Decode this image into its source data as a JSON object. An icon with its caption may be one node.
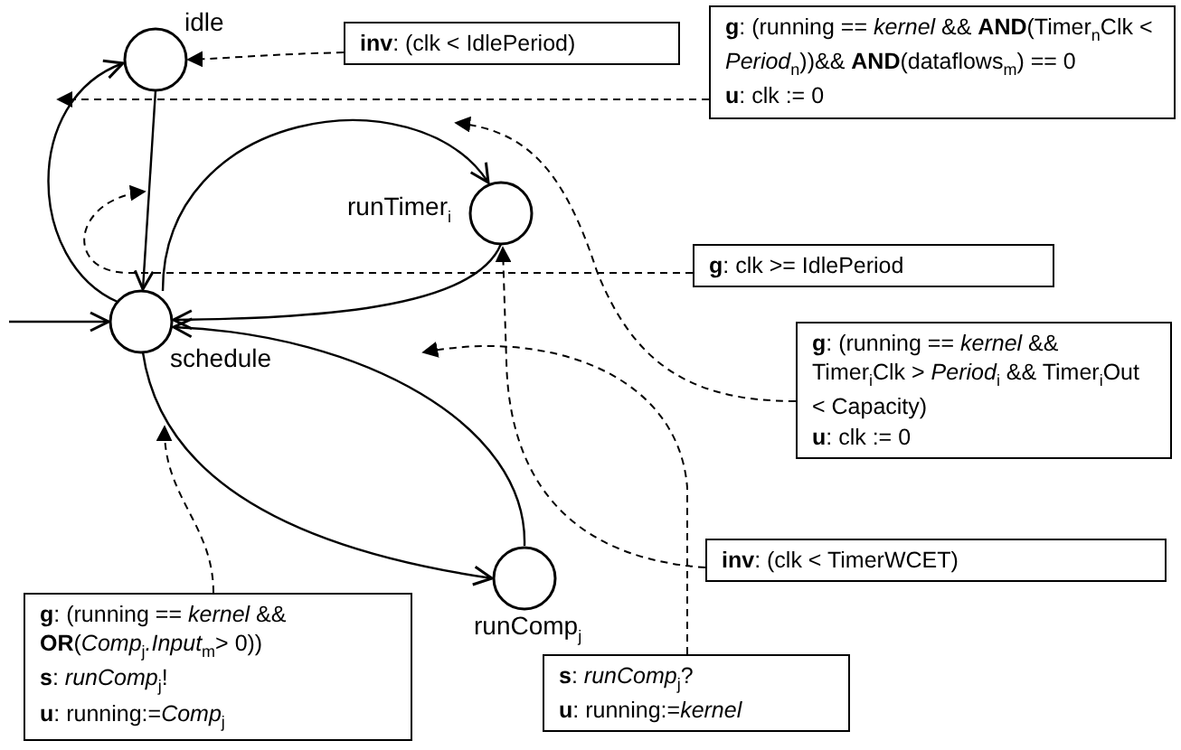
{
  "diagram": {
    "nodes": [
      {
        "text": [
          "idle"
        ]
      },
      {
        "text": [
          "**inv**: (clk < IdlePeriod)"
        ]
      },
      {
        "text": [
          "**g**: (running == *kernel* && **AND**(Timer$_{n}$Clk < *Period*$_{n}$))&& **AND**(dataflows$_{m}$) == 0",
          "**u**: clk := 0"
        ]
      },
      {
        "text": [
          "runTimer$_{i}$"
        ]
      },
      {
        "text": [
          "schedule"
        ]
      },
      {
        "text": [
          "**g**: clk >= IdlePeriod"
        ]
      },
      {
        "text": [
          "**g**: (running == *kernel* && Timer$_{i}$Clk > *Period*$_{i}$ && Timer$_{i}$Out < Capacity)",
          "**u**: clk := 0"
        ]
      },
      {
        "text": [
          "runComp$_{j}$"
        ]
      },
      {
        "text": [
          "**inv**: (clk < TimerWCET)"
        ]
      },
      {
        "text": [
          "**g**: (running == *kernel* && **OR**(*Comp*$_{j}$*.Input*$_{m}$> 0))",
          "**s**: *runComp*$_{j}$!",
          "**u**: running:=*Comp*$_{j}$"
        ]
      },
      {
        "text": [
          "**s**: *runComp*$_{j}$?",
          "**u**: running:=*kernel*"
        ]
      }
    ],
    "edges": [
      {
        "from": null,
        "to": 4,
        "arrow": "to"
      },
      {
        "from": 4,
        "to": 0,
        "arrow": "to"
      },
      {
        "from": 0,
        "to": 4,
        "arrow": "to"
      },
      {
        "from": 4,
        "to": 3,
        "arrow": "to"
      },
      {
        "from": 3,
        "to": 4,
        "arrow": "to"
      },
      {
        "from": 7,
        "to": 4,
        "arrow": "to"
      },
      {
        "from": 4,
        "to": 7,
        "arrow": "to"
      },
      {
        "from": 1,
        "to": 0,
        "arrow": "to",
        "style": "dashed"
      },
      {
        "from": 2,
        "to": null,
        "arrow": "to",
        "style": "dashed"
      },
      {
        "from": 5,
        "to": null,
        "arrow": "to",
        "style": "dashed"
      },
      {
        "from": 6,
        "to": null,
        "arrow": "to",
        "style": "dashed"
      },
      {
        "from": 8,
        "to": 3,
        "arrow": "to",
        "style": "dashed"
      },
      {
        "from": 10,
        "to": null,
        "arrow": "to",
        "style": "dashed"
      },
      {
        "from": 9,
        "to": null,
        "arrow": "to",
        "style": "dashed"
      }
    ]
  }
}
